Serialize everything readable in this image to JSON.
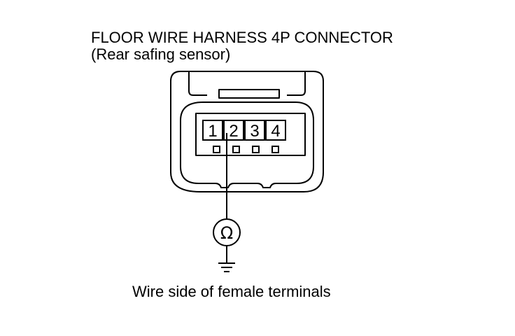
{
  "title": "FLOOR WIRE HARNESS 4P CONNECTOR",
  "subtitle": "(Rear safing sensor)",
  "caption": "Wire side of female terminals",
  "connector": {
    "pins": [
      "1",
      "2",
      "3",
      "4"
    ],
    "probe_pin": "2"
  },
  "meter": {
    "symbol": "Ω",
    "icon": "ohmmeter-icon"
  },
  "ground": {
    "icon": "ground-icon"
  },
  "colors": {
    "line": "#000000",
    "background": "#ffffff"
  }
}
